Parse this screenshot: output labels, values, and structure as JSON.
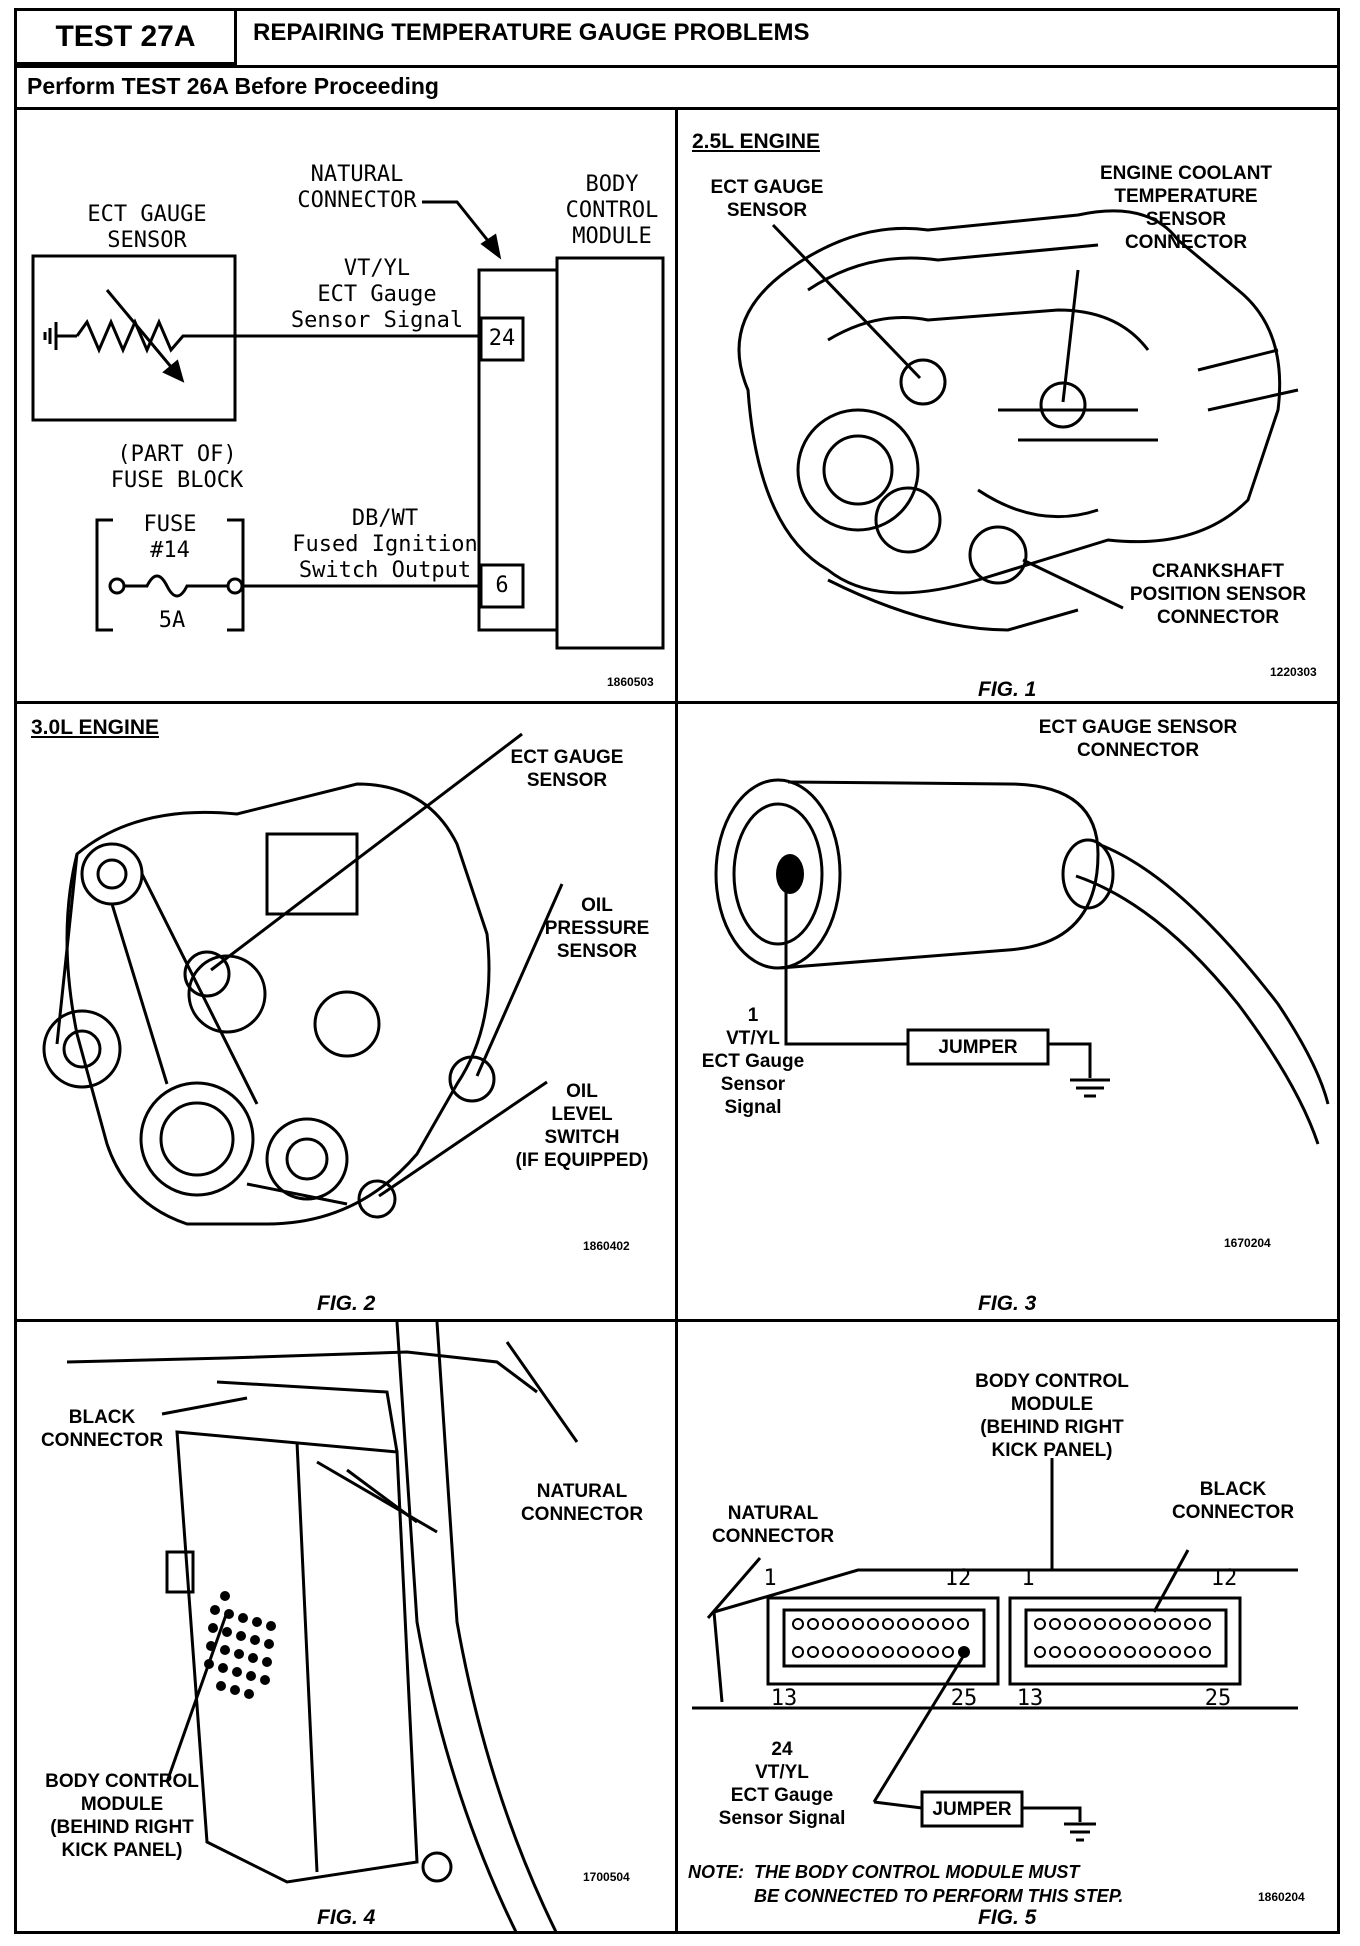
{
  "header": {
    "test_id": "TEST 27A",
    "title": "REPAIRING TEMPERATURE GAUGE PROBLEMS",
    "subtitle": "Perform TEST 26A Before Proceeding"
  },
  "schematic": {
    "ect_gauge_sensor": "ECT GAUGE\nSENSOR",
    "natural_connector": "NATURAL\nCONNECTOR",
    "body_control_module": "BODY\nCONTROL\nMODULE",
    "wire1_label": "VT/YL\nECT Gauge\nSensor Signal",
    "pin1": "24",
    "fuse_block": "(PART OF)\nFUSE BLOCK",
    "fuse": "FUSE\n#14",
    "fuse_rating": "5A",
    "wire2_label": "DB/WT\nFused Ignition\nSwitch Output",
    "pin2": "6",
    "ref": "1860503"
  },
  "fig1": {
    "title": "2.5L ENGINE",
    "ect_gauge_sensor": "ECT GAUGE\nSENSOR",
    "ect_connector": "ENGINE COOLANT\nTEMPERATURE\nSENSOR\nCONNECTOR",
    "crank_connector": "CRANKSHAFT\nPOSITION SENSOR\nCONNECTOR",
    "ref": "1220303",
    "caption": "FIG. 1"
  },
  "fig2": {
    "title": "3.0L ENGINE",
    "ect_gauge_sensor": "ECT GAUGE\nSENSOR",
    "oil_pressure": "OIL\nPRESSURE\nSENSOR",
    "oil_level": "OIL\nLEVEL\nSWITCH\n(IF EQUIPPED)",
    "ref": "1860402",
    "caption": "FIG. 2"
  },
  "fig3": {
    "connector_label": "ECT GAUGE SENSOR\nCONNECTOR",
    "pin_label": "1\nVT/YL\nECT Gauge\nSensor\nSignal",
    "jumper": "JUMPER",
    "ref": "1670204",
    "caption": "FIG. 3"
  },
  "fig4": {
    "black_connector": "BLACK\nCONNECTOR",
    "natural_connector": "NATURAL\nCONNECTOR",
    "bcm": "BODY CONTROL\nMODULE\n(BEHIND RIGHT\nKICK PANEL)",
    "ref": "1700504",
    "caption": "FIG. 4"
  },
  "fig5": {
    "bcm": "BODY CONTROL\nMODULE\n(BEHIND RIGHT\nKICK PANEL)",
    "natural_connector": "NATURAL\nCONNECTOR",
    "black_connector": "BLACK\nCONNECTOR",
    "pin_1a": "1",
    "pin_12a": "12",
    "pin_13a": "13",
    "pin_25a": "25",
    "pin_1b": "1",
    "pin_12b": "12",
    "pin_13b": "13",
    "pin_25b": "25",
    "pin_label": "24\nVT/YL\nECT Gauge\nSensor Signal",
    "jumper": "JUMPER",
    "note_prefix": "NOTE:",
    "note_line1": "THE BODY CONTROL MODULE MUST",
    "note_line2": "BE CONNECTED TO PERFORM THIS STEP.",
    "ref": "1860204",
    "caption": "FIG. 5"
  }
}
